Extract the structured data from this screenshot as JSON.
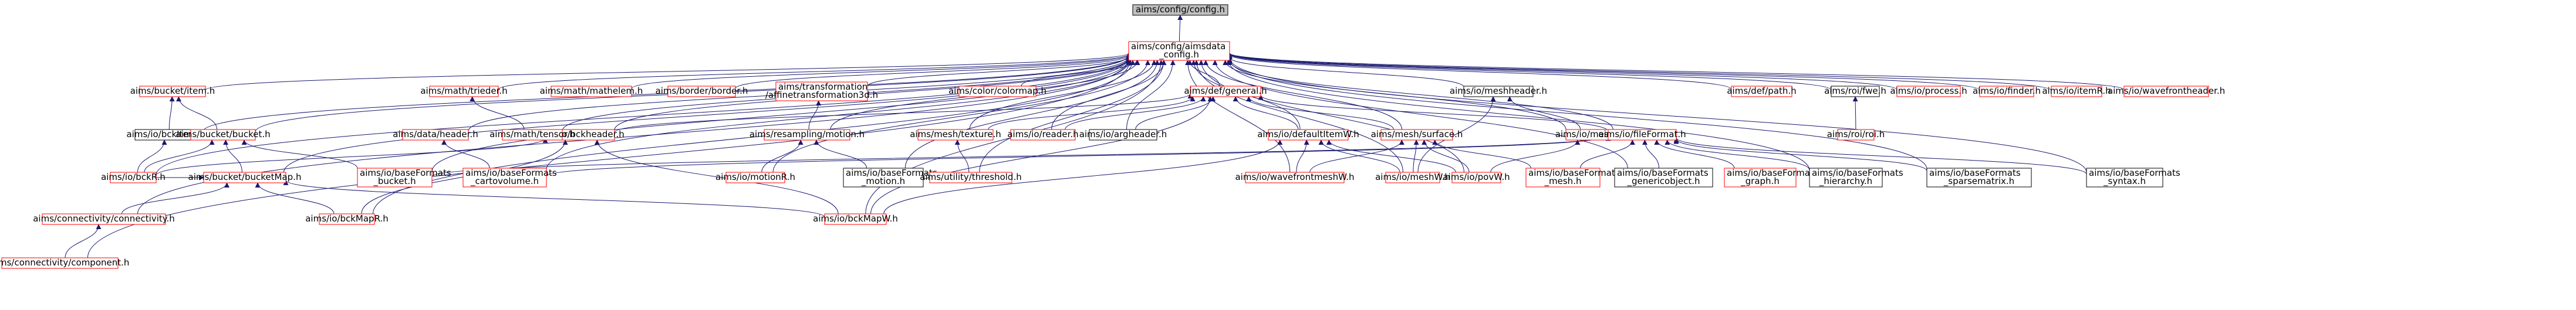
{
  "colors": {
    "root_fill": "#bfbfbf",
    "box_fill": "#ffffff",
    "red": "#ff0000",
    "black": "#000000",
    "edge": "#191970"
  },
  "nodes": [
    {
      "id": "cfg",
      "lines": [
        "aims/config/config.h"
      ],
      "style": "root"
    },
    {
      "id": "data",
      "lines": [
        "aims/config/aimsdata",
        "_config.h"
      ],
      "style": "red"
    },
    {
      "id": "bucketitem",
      "lines": [
        "aims/bucket/item.h"
      ],
      "style": "red"
    },
    {
      "id": "bckitemr",
      "lines": [
        "aims/io/bckItemR.h"
      ],
      "style": "black"
    },
    {
      "id": "bucket",
      "lines": [
        "aims/bucket/bucket.h"
      ],
      "style": "red"
    },
    {
      "id": "bucketmap",
      "lines": [
        "aims/bucket/bucketMap.h"
      ],
      "style": "red"
    },
    {
      "id": "bckr",
      "lines": [
        "aims/io/bckR.h"
      ],
      "style": "red"
    },
    {
      "id": "connectivity",
      "lines": [
        "aims/connectivity/connectivity.h"
      ],
      "style": "red"
    },
    {
      "id": "component",
      "lines": [
        "aims/connectivity/component.h"
      ],
      "style": "red"
    },
    {
      "id": "bckmapr",
      "lines": [
        "aims/io/bckMapR.h"
      ],
      "style": "red"
    },
    {
      "id": "bckmapw",
      "lines": [
        "aims/io/bckMapW.h"
      ],
      "style": "red"
    },
    {
      "id": "bfbucket",
      "lines": [
        "aims/io/baseFormats",
        "_bucket.h"
      ],
      "style": "red"
    },
    {
      "id": "bckheader",
      "lines": [
        "aims/io/bckheader.h"
      ],
      "style": "red"
    },
    {
      "id": "dataheader",
      "lines": [
        "aims/data/header.h"
      ],
      "style": "red"
    },
    {
      "id": "bfcartovolume",
      "lines": [
        "aims/io/baseFormats",
        "_cartovolume.h"
      ],
      "style": "red"
    },
    {
      "id": "mathtrieder",
      "lines": [
        "aims/math/trieder.h"
      ],
      "style": "red"
    },
    {
      "id": "mathtensor",
      "lines": [
        "aims/math/tensor.h"
      ],
      "style": "red"
    },
    {
      "id": "mathelem",
      "lines": [
        "aims/math/mathelem.h"
      ],
      "style": "red"
    },
    {
      "id": "border",
      "lines": [
        "aims/border/border.h"
      ],
      "style": "red"
    },
    {
      "id": "affine",
      "lines": [
        "aims/transformation",
        "/affinetransformation3d.h"
      ],
      "style": "red"
    },
    {
      "id": "resampmotion",
      "lines": [
        "aims/resampling/motion.h"
      ],
      "style": "red"
    },
    {
      "id": "motionr",
      "lines": [
        "aims/io/motionR.h"
      ],
      "style": "red"
    },
    {
      "id": "bfmotion",
      "lines": [
        "aims/io/baseFormats",
        "_motion.h"
      ],
      "style": "black"
    },
    {
      "id": "colormap",
      "lines": [
        "aims/color/colormap.h"
      ],
      "style": "red"
    },
    {
      "id": "defgeneral",
      "lines": [
        "aims/def/general.h"
      ],
      "style": "red"
    },
    {
      "id": "meshtexture",
      "lines": [
        "aims/mesh/texture.h"
      ],
      "style": "red"
    },
    {
      "id": "threshold",
      "lines": [
        "aims/utility/threshold.h"
      ],
      "style": "red"
    },
    {
      "id": "ioreader",
      "lines": [
        "aims/io/reader.h"
      ],
      "style": "red"
    },
    {
      "id": "argheader",
      "lines": [
        "aims/io/argheader.h"
      ],
      "style": "black"
    },
    {
      "id": "defitemw",
      "lines": [
        "aims/io/defaultItemW.h"
      ],
      "style": "red"
    },
    {
      "id": "wavefrontmeshw",
      "lines": [
        "aims/io/wavefrontmeshW.h"
      ],
      "style": "red"
    },
    {
      "id": "meshsurface",
      "lines": [
        "aims/mesh/surface.h"
      ],
      "style": "red"
    },
    {
      "id": "meshw",
      "lines": [
        "aims/io/meshW.h"
      ],
      "style": "red"
    },
    {
      "id": "povw",
      "lines": [
        "aims/io/povW.h"
      ],
      "style": "red"
    },
    {
      "id": "meshheader",
      "lines": [
        "aims/io/meshheader.h"
      ],
      "style": "black"
    },
    {
      "id": "meshr",
      "lines": [
        "aims/io/meshR.h"
      ],
      "style": "red"
    },
    {
      "id": "fileformat",
      "lines": [
        "aims/io/fileFormat.h"
      ],
      "style": "red"
    },
    {
      "id": "bfmesh",
      "lines": [
        "aims/io/baseFormats",
        "_mesh.h"
      ],
      "style": "red"
    },
    {
      "id": "bfgeneric",
      "lines": [
        "aims/io/baseFormats",
        "_genericobject.h"
      ],
      "style": "black"
    },
    {
      "id": "bfgraph",
      "lines": [
        "aims/io/baseFormats",
        "_graph.h"
      ],
      "style": "red"
    },
    {
      "id": "bfhierarchy",
      "lines": [
        "aims/io/baseFormats",
        "_hierarchy.h"
      ],
      "style": "black"
    },
    {
      "id": "bfsparse",
      "lines": [
        "aims/io/baseFormats",
        "_sparsematrix.h"
      ],
      "style": "black"
    },
    {
      "id": "bfsyntax",
      "lines": [
        "aims/io/baseFormats",
        "_syntax.h"
      ],
      "style": "black"
    },
    {
      "id": "defpath",
      "lines": [
        "aims/def/path.h"
      ],
      "style": "red"
    },
    {
      "id": "roifile",
      "lines": [
        "aims/roi/fwe.h"
      ],
      "style": "black"
    },
    {
      "id": "roiroi",
      "lines": [
        "aims/roi/roi.h"
      ],
      "style": "red"
    },
    {
      "id": "ioprocess",
      "lines": [
        "aims/io/process.h"
      ],
      "style": "red"
    },
    {
      "id": "iofinder",
      "lines": [
        "aims/io/finder.h"
      ],
      "style": "red"
    },
    {
      "id": "ioitemr",
      "lines": [
        "aims/io/itemR.h"
      ],
      "style": "red"
    },
    {
      "id": "wavefrontheader",
      "lines": [
        "aims/io/wavefrontheader.h"
      ],
      "style": "red"
    }
  ],
  "edges": [
    [
      "data",
      "cfg"
    ],
    [
      "bucketitem",
      "data"
    ],
    [
      "bckitemr",
      "data"
    ],
    [
      "bucket",
      "data"
    ],
    [
      "bucketmap",
      "data"
    ],
    [
      "bckr",
      "data"
    ],
    [
      "connectivity",
      "data"
    ],
    [
      "component",
      "data"
    ],
    [
      "bckmapr",
      "data"
    ],
    [
      "bckmapw",
      "data"
    ],
    [
      "bfbucket",
      "data"
    ],
    [
      "bckheader",
      "data"
    ],
    [
      "dataheader",
      "data"
    ],
    [
      "bfcartovolume",
      "data"
    ],
    [
      "mathtrieder",
      "data"
    ],
    [
      "mathtensor",
      "data"
    ],
    [
      "mathelem",
      "data"
    ],
    [
      "border",
      "data"
    ],
    [
      "affine",
      "data"
    ],
    [
      "resampmotion",
      "data"
    ],
    [
      "motionr",
      "data"
    ],
    [
      "bfmotion",
      "data"
    ],
    [
      "colormap",
      "data"
    ],
    [
      "defgeneral",
      "data"
    ],
    [
      "meshtexture",
      "data"
    ],
    [
      "threshold",
      "data"
    ],
    [
      "ioreader",
      "data"
    ],
    [
      "argheader",
      "data"
    ],
    [
      "defitemw",
      "data"
    ],
    [
      "wavefrontmeshw",
      "data"
    ],
    [
      "meshsurface",
      "data"
    ],
    [
      "meshw",
      "data"
    ],
    [
      "povw",
      "data"
    ],
    [
      "meshheader",
      "data"
    ],
    [
      "meshr",
      "data"
    ],
    [
      "fileformat",
      "data"
    ],
    [
      "bfgeneric",
      "data"
    ],
    [
      "bfhierarchy",
      "data"
    ],
    [
      "bfsparse",
      "data"
    ],
    [
      "bfsyntax",
      "data"
    ],
    [
      "defpath",
      "data"
    ],
    [
      "roifile",
      "data"
    ],
    [
      "ioprocess",
      "data"
    ],
    [
      "iofinder",
      "data"
    ],
    [
      "ioitemr",
      "data"
    ],
    [
      "wavefrontheader",
      "data"
    ],
    [
      "bckitemr",
      "bucketitem"
    ],
    [
      "bucket",
      "bucketitem"
    ],
    [
      "bckr",
      "bckitemr"
    ],
    [
      "bucketmap",
      "bucket"
    ],
    [
      "bckr",
      "bucket"
    ],
    [
      "bfbucket",
      "bucket"
    ],
    [
      "bckr",
      "bucketmap"
    ],
    [
      "connectivity",
      "bucketmap"
    ],
    [
      "bckmapr",
      "bucketmap"
    ],
    [
      "bckmapw",
      "bucketmap"
    ],
    [
      "component",
      "connectivity"
    ],
    [
      "bckr",
      "bckheader"
    ],
    [
      "bckmapr",
      "bckheader"
    ],
    [
      "bckmapw",
      "bckheader"
    ],
    [
      "bfcartovolume",
      "dataheader"
    ],
    [
      "mathtensor",
      "mathtrieder"
    ],
    [
      "resampmotion",
      "affine"
    ],
    [
      "motionr",
      "resampmotion"
    ],
    [
      "bfmotion",
      "resampmotion"
    ],
    [
      "bckheader",
      "defgeneral"
    ],
    [
      "meshtexture",
      "defgeneral"
    ],
    [
      "ioreader",
      "defgeneral"
    ],
    [
      "argheader",
      "defgeneral"
    ],
    [
      "defitemw",
      "defgeneral"
    ],
    [
      "meshsurface",
      "defgeneral"
    ],
    [
      "fileformat",
      "defgeneral"
    ],
    [
      "bckmapw",
      "defgeneral"
    ],
    [
      "threshold",
      "meshtexture"
    ],
    [
      "wavefrontmeshw",
      "defitemw"
    ],
    [
      "meshw",
      "defitemw"
    ],
    [
      "povw",
      "defitemw"
    ],
    [
      "bckmapw",
      "defitemw"
    ],
    [
      "wavefrontmeshw",
      "meshsurface"
    ],
    [
      "meshw",
      "meshsurface"
    ],
    [
      "povw",
      "meshsurface"
    ],
    [
      "bfmesh",
      "meshsurface"
    ],
    [
      "meshw",
      "meshheader"
    ],
    [
      "meshr",
      "meshheader"
    ],
    [
      "povw",
      "meshr"
    ],
    [
      "bfbucket",
      "fileformat"
    ],
    [
      "bfcartovolume",
      "fileformat"
    ],
    [
      "bfmesh",
      "fileformat"
    ],
    [
      "bfgeneric",
      "fileformat"
    ],
    [
      "bfgraph",
      "fileformat"
    ],
    [
      "bfhierarchy",
      "fileformat"
    ],
    [
      "bfsparse",
      "fileformat"
    ],
    [
      "bfsyntax",
      "fileformat"
    ],
    [
      "roiroi",
      "roifile"
    ]
  ]
}
